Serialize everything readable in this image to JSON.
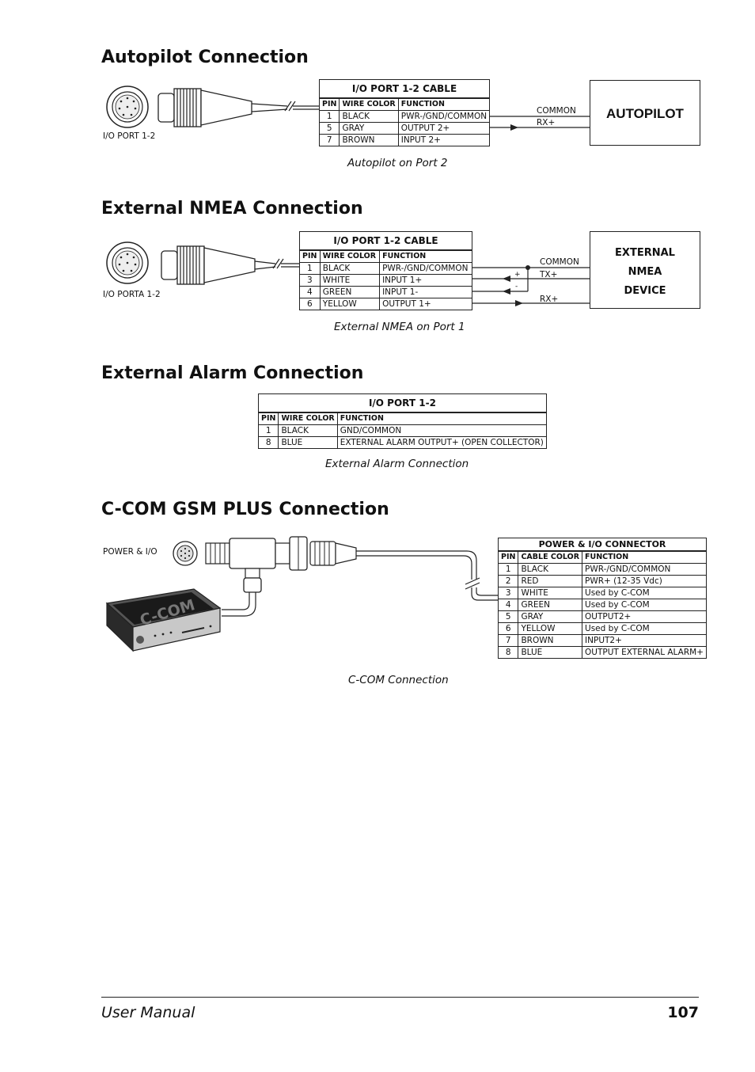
{
  "sections": {
    "autopilot": {
      "title": "Autopilot Connection",
      "connector_label": "I/O PORT 1-2",
      "table_title": "I/O PORT 1-2 CABLE",
      "headers": [
        "PIN",
        "WIRE COLOR",
        "FUNCTION"
      ],
      "rows": [
        [
          "1",
          "BLACK",
          "PWR-/GND/COMMON"
        ],
        [
          "5",
          "GRAY",
          "OUTPUT 2+"
        ],
        [
          "7",
          "BROWN",
          "INPUT 2+"
        ]
      ],
      "line_labels": [
        "COMMON",
        "RX+"
      ],
      "device": "AUTOPILOT",
      "caption": "Autopilot on Port  2"
    },
    "nmea": {
      "title": "External NMEA Connection",
      "connector_label": "I/O PORTA 1-2",
      "table_title": "I/O PORT 1-2 CABLE",
      "headers": [
        "PIN",
        "WIRE COLOR",
        "FUNCTION"
      ],
      "rows": [
        [
          "1",
          "BLACK",
          "PWR-/GND/COMMON"
        ],
        [
          "3",
          "WHITE",
          "INPUT 1+"
        ],
        [
          "4",
          "GREEN",
          "INPUT 1-"
        ],
        [
          "6",
          "YELLOW",
          "OUTPUT 1+"
        ]
      ],
      "line_labels": [
        "COMMON",
        "TX+",
        "RX+"
      ],
      "polarity": [
        "+",
        "-"
      ],
      "device_lines": [
        "EXTERNAL",
        "NMEA",
        "DEVICE"
      ],
      "caption": "External NMEA on Port 1"
    },
    "alarm": {
      "title": "External Alarm Connection",
      "table_title": "I/O PORT 1-2",
      "headers": [
        "PIN",
        "WIRE COLOR",
        "FUNCTION"
      ],
      "rows": [
        [
          "1",
          "BLACK",
          "GND/COMMON"
        ],
        [
          "8",
          "BLUE",
          "EXTERNAL ALARM OUTPUT+ (OPEN COLLECTOR)"
        ]
      ],
      "caption": "External Alarm Connection"
    },
    "ccom": {
      "title": "C-COM GSM PLUS Connection",
      "connector_label": "POWER & I/O",
      "device_brand": "C-COM",
      "table_title": "POWER & I/O CONNECTOR",
      "headers": [
        "PIN",
        "CABLE COLOR",
        "FUNCTION"
      ],
      "rows": [
        [
          "1",
          "BLACK",
          "PWR-/GND/COMMON"
        ],
        [
          "2",
          "RED",
          "PWR+ (12-35 Vdc)"
        ],
        [
          "3",
          "WHITE",
          "Used by C-COM"
        ],
        [
          "4",
          "GREEN",
          "Used by C-COM"
        ],
        [
          "5",
          "GRAY",
          "OUTPUT2+"
        ],
        [
          "6",
          "YELLOW",
          "Used by C-COM"
        ],
        [
          "7",
          "BROWN",
          "INPUT2+"
        ],
        [
          "8",
          "BLUE",
          "OUTPUT EXTERNAL ALARM+"
        ]
      ],
      "caption": "C-COM Connection"
    }
  },
  "footer": {
    "left": "User Manual",
    "page_number": "107"
  }
}
